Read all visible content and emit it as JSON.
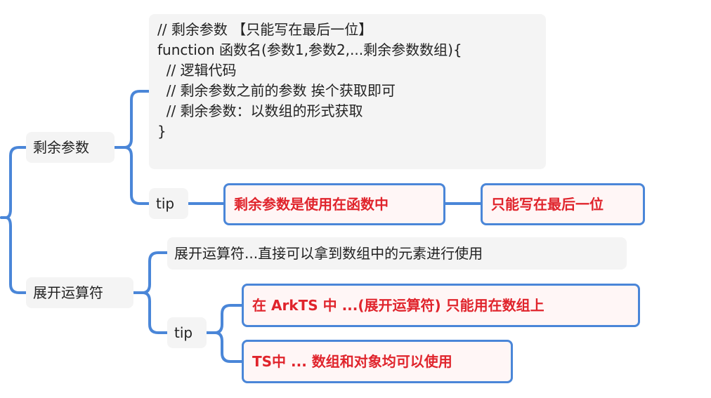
{
  "branches": [
    {
      "label": "剩余参数",
      "code": [
        "// 剩余参数 【只能写在最后一位】",
        "function 函数名(参数1,参数2,...剩余参数数组){",
        "  // 逻辑代码",
        "  // 剩余参数之前的参数 挨个获取即可",
        "  // 剩余参数：以数组的形式获取",
        "}"
      ],
      "tip_label": "tip",
      "tip_main": "剩余参数是使用在函数中",
      "tip_sub": "只能写在最后一位"
    },
    {
      "label": "展开运算符",
      "desc": "展开运算符...直接可以拿到数组中的元素进行使用",
      "tip_label": "tip",
      "tips": [
        "在 ArkTS 中 ...(展开运算符) 只能用在数组上",
        "TS中 ... 数组和对象均可以使用"
      ]
    }
  ],
  "colors": {
    "connector": "#4a86d8",
    "highlight_text": "#e0242c",
    "node_bg": "#f4f4f4"
  }
}
